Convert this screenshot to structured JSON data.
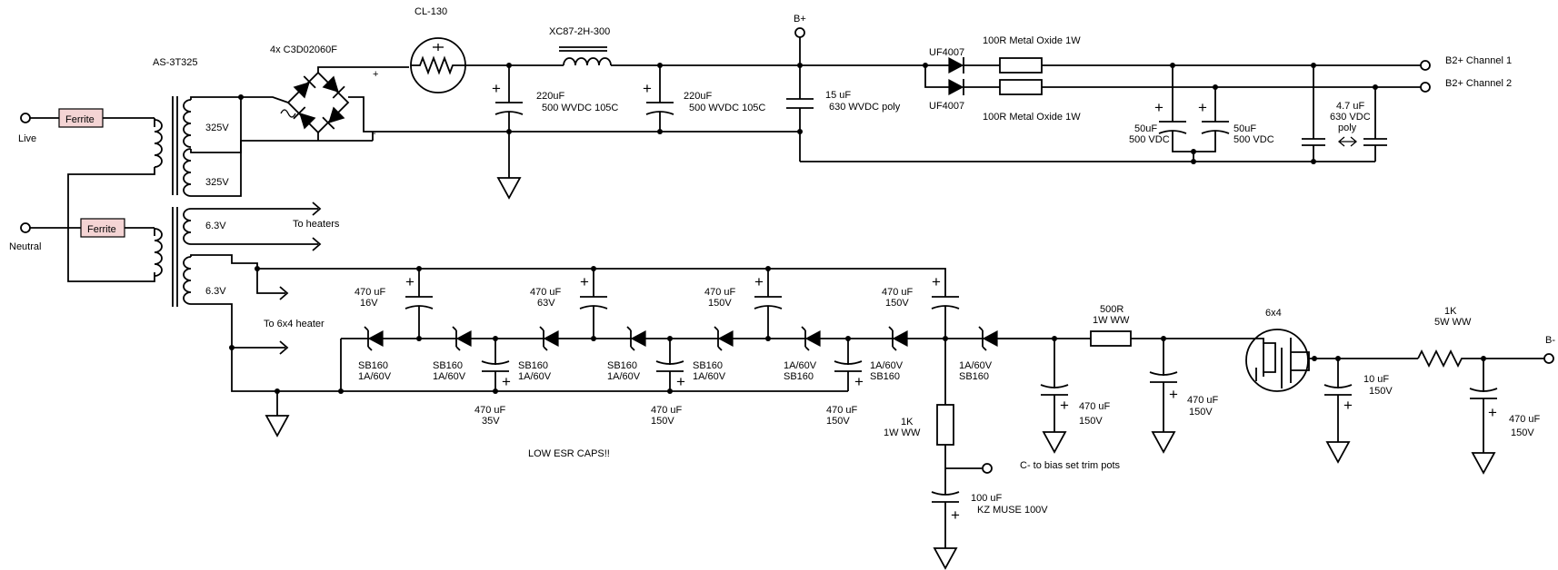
{
  "inputs": {
    "live": "Live",
    "neutral": "Neutral",
    "ferrite": "Ferrite"
  },
  "transformer": {
    "part": "AS-3T325",
    "hv_winding_1": "325V",
    "hv_winding_2": "325V",
    "heater_winding_1": "6.3V",
    "heater_winding_2": "6.3V",
    "to_heaters": "To heaters",
    "to_6x4_heater": "To 6x4 heater"
  },
  "b_plus_supply": {
    "bridge": "4x C3D02060F",
    "bridge_plus": "+",
    "bridge_minus": "-",
    "thermistor": "CL-130",
    "choke": "XC87-2H-300",
    "cap1": [
      "220uF",
      "500 WVDC 105C"
    ],
    "cap2": [
      "220uF",
      "500 WVDC 105C"
    ],
    "node_b_plus": "B+",
    "cap3": [
      "15 uF",
      "630 WVDC poly"
    ],
    "diode_1": "UF4007",
    "diode_2": "UF4007",
    "resistor_1": "100R Metal Oxide 1W",
    "resistor_2": "100R Metal Oxide 1W",
    "cap4": [
      "50uF",
      "500 VDC"
    ],
    "cap5": [
      "50uF",
      "500 VDC"
    ],
    "cap6": [
      "4.7 uF",
      "630 VDC",
      "poly"
    ],
    "out_1": "B2+ Channel 1",
    "out_2": "B2+ Channel 2"
  },
  "b_minus_supply": {
    "top_caps": [
      [
        "470 uF",
        "16V"
      ],
      [
        "470 uF",
        "63V"
      ],
      [
        "470 uF",
        "150V"
      ],
      [
        "470 uF",
        "150V"
      ]
    ],
    "diodes": [
      [
        "SB160",
        "1A/60V"
      ],
      [
        "SB160",
        "1A/60V"
      ],
      [
        "SB160",
        "1A/60V"
      ],
      [
        "SB160",
        "1A/60V"
      ],
      [
        "SB160",
        "1A/60V"
      ],
      [
        "1A/60V",
        "SB160"
      ],
      [
        "1A/60V",
        "SB160"
      ],
      [
        "1A/60V",
        "SB160"
      ]
    ],
    "bottom_caps": [
      [
        "470 uF",
        "35V"
      ],
      [
        "470 uF",
        "150V"
      ],
      [
        "470 uF",
        "150V"
      ]
    ],
    "note": "LOW ESR CAPS!!",
    "bias_resistor": [
      "1K",
      "1W WW"
    ],
    "bias_cap": [
      "100 uF",
      "KZ MUSE 100V"
    ],
    "bias_out": "C- to bias set trim pots",
    "filter_res_1": [
      "500R",
      "1W WW"
    ],
    "filter_cap_1": [
      "470 uF",
      "150V"
    ],
    "filter_cap_2": [
      "470 uF",
      "150V"
    ],
    "tube": "6x4",
    "filter_cap_3": [
      "10 uF",
      "150V"
    ],
    "filter_res_2": [
      "1K",
      "5W WW"
    ],
    "filter_cap_4": [
      "470 uF",
      "150V"
    ],
    "node_b_minus": "B-"
  }
}
